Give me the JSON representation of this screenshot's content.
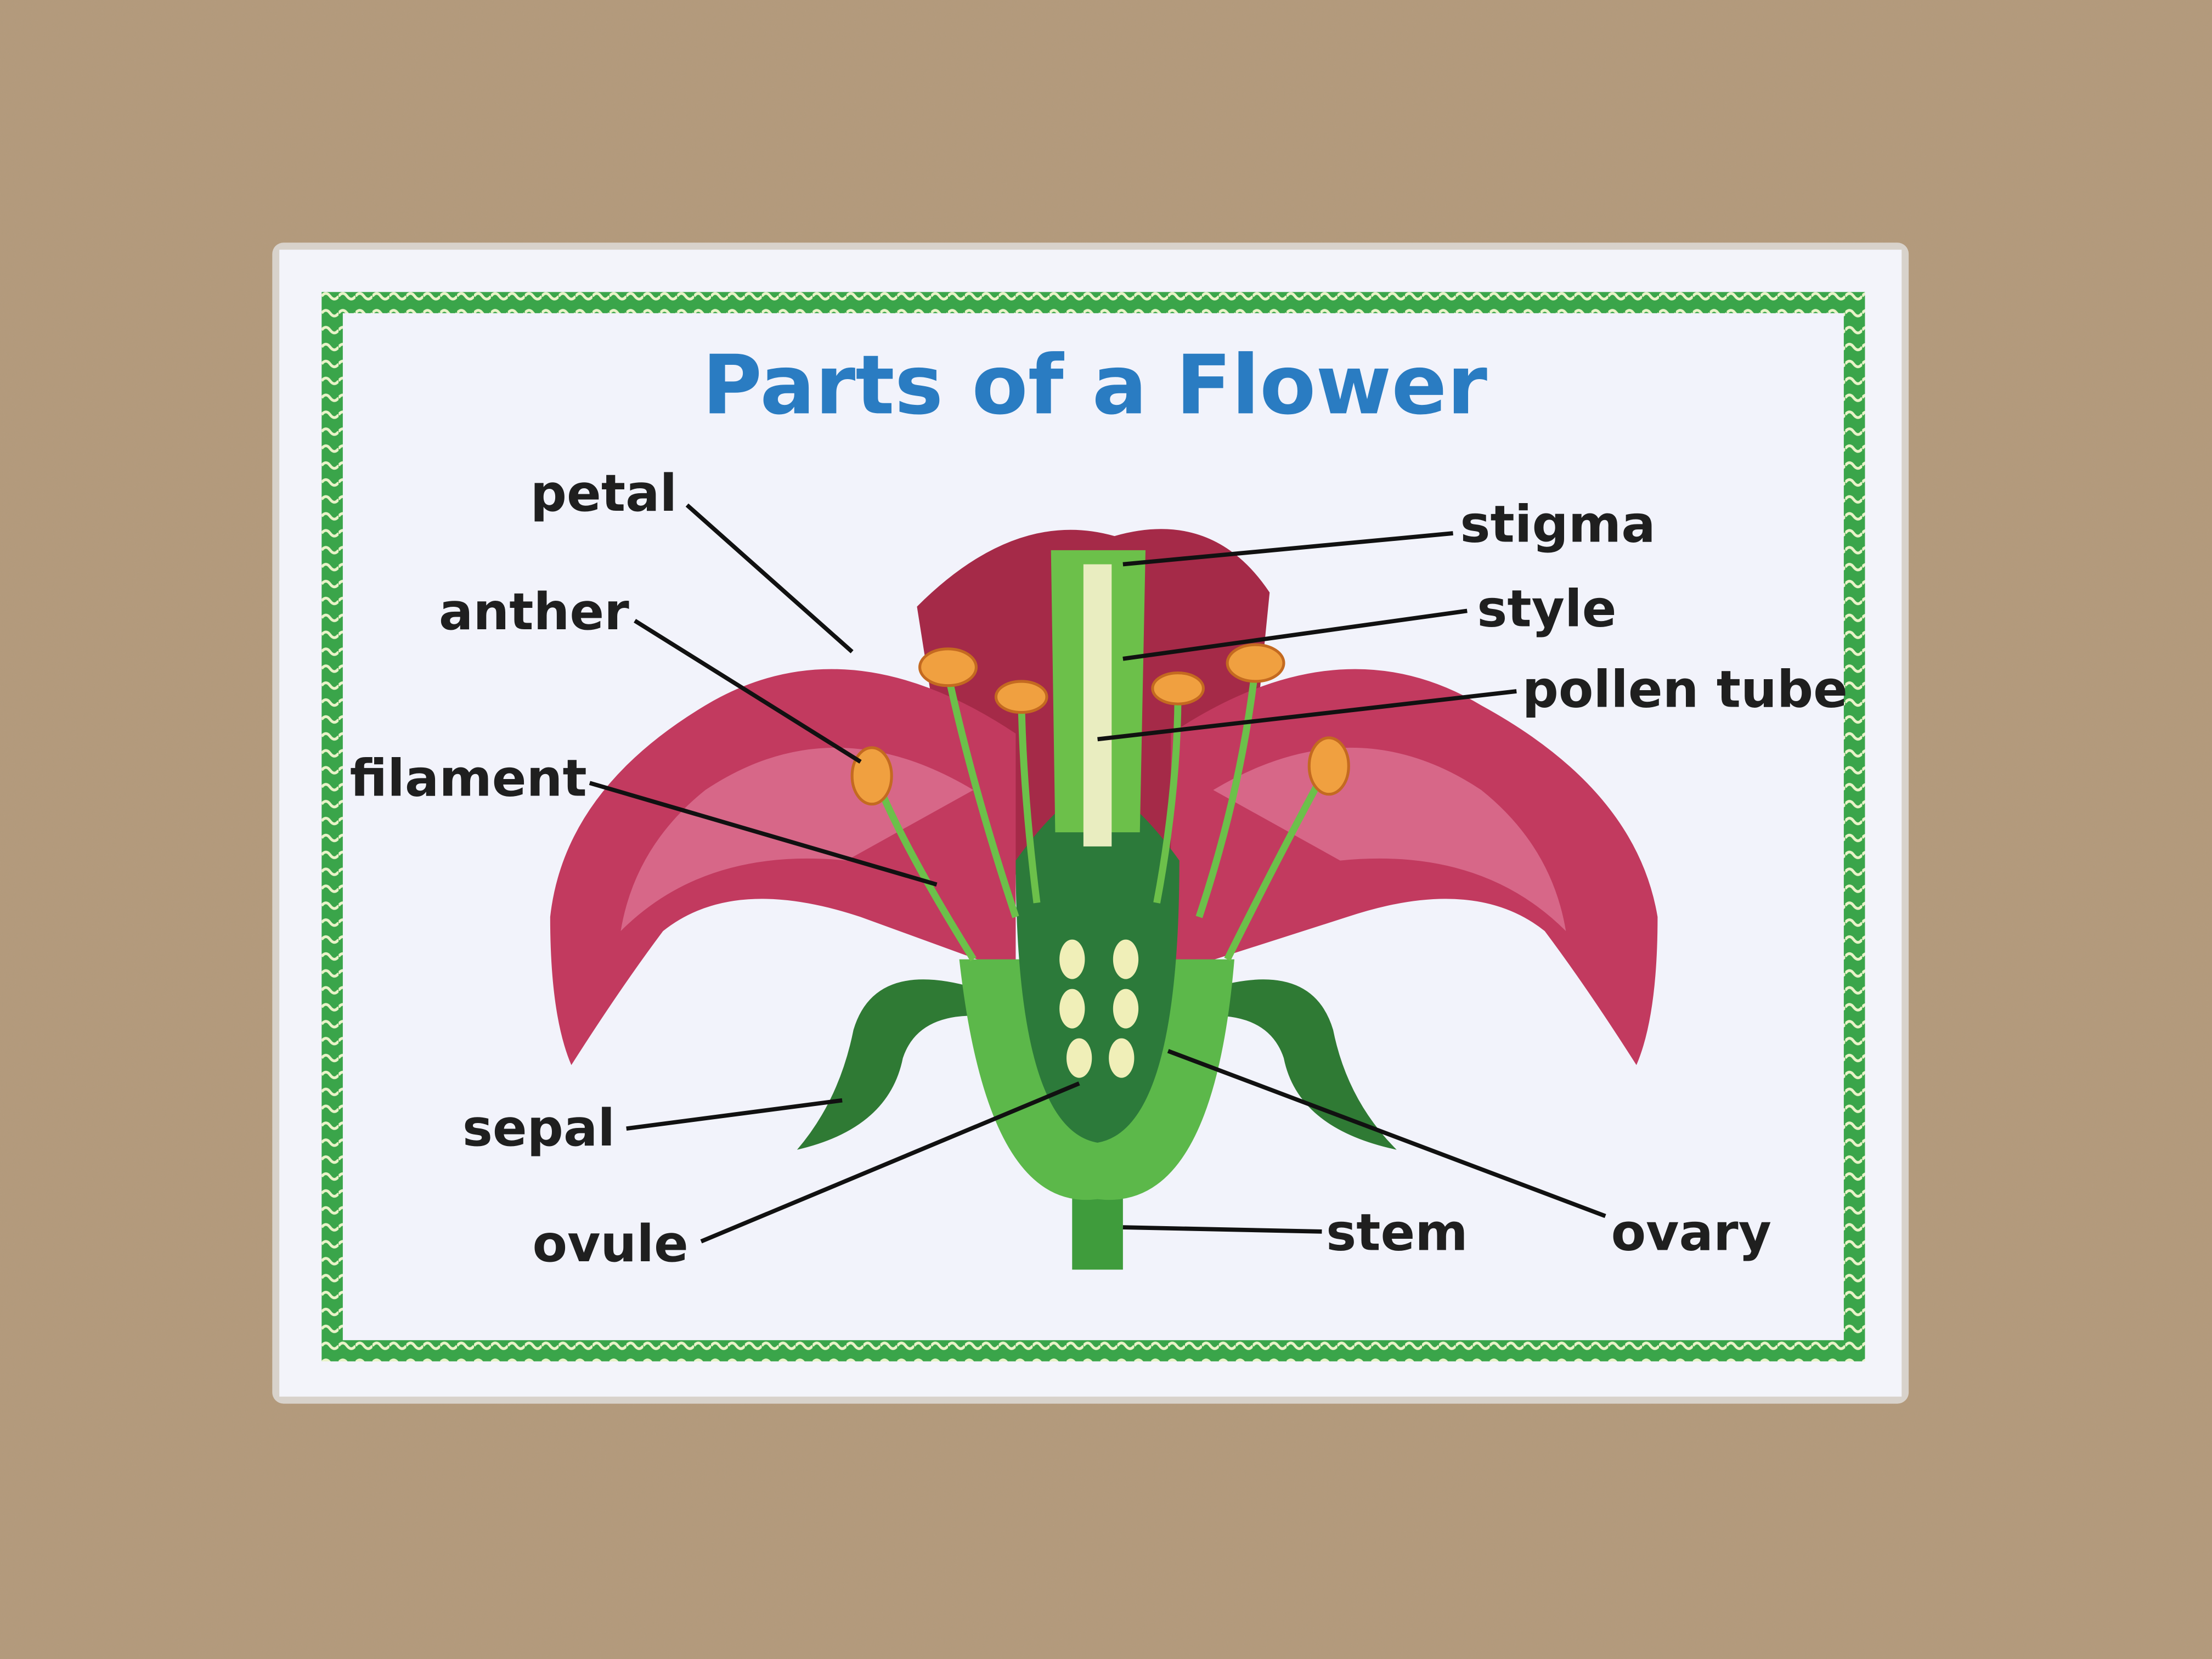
{
  "title": "Parts of a Flower",
  "labels": {
    "petal": "petal",
    "anther": "anther",
    "filament": "filament",
    "sepal": "sepal",
    "ovule": "ovule",
    "stigma": "stigma",
    "style": "style",
    "pollen_tube": "pollen tube",
    "stem": "stem",
    "ovary": "ovary"
  },
  "colors": {
    "title": "#2a7cc2",
    "border": "#3aa54a",
    "petal": "#c23a5f",
    "green": "#3f9c3c",
    "anther": "#f0a040",
    "background": "#b39a7c"
  }
}
